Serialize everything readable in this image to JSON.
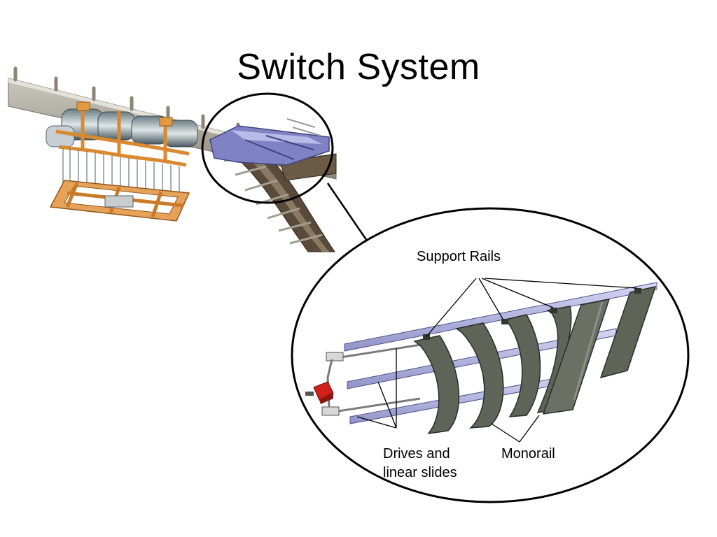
{
  "slide": {
    "title": "Switch System"
  },
  "labels": {
    "support_rails": "Support Rails",
    "drives_line1": "Drives and",
    "drives_line2": "linear slides",
    "monorail": "Monorail"
  },
  "colors": {
    "accent_frame": "#d98a30",
    "switch_blue": "#6f73b3",
    "support_rail": "#b9bde8",
    "monorail_gray": "#5e6458",
    "drive_red": "#d0201b"
  }
}
